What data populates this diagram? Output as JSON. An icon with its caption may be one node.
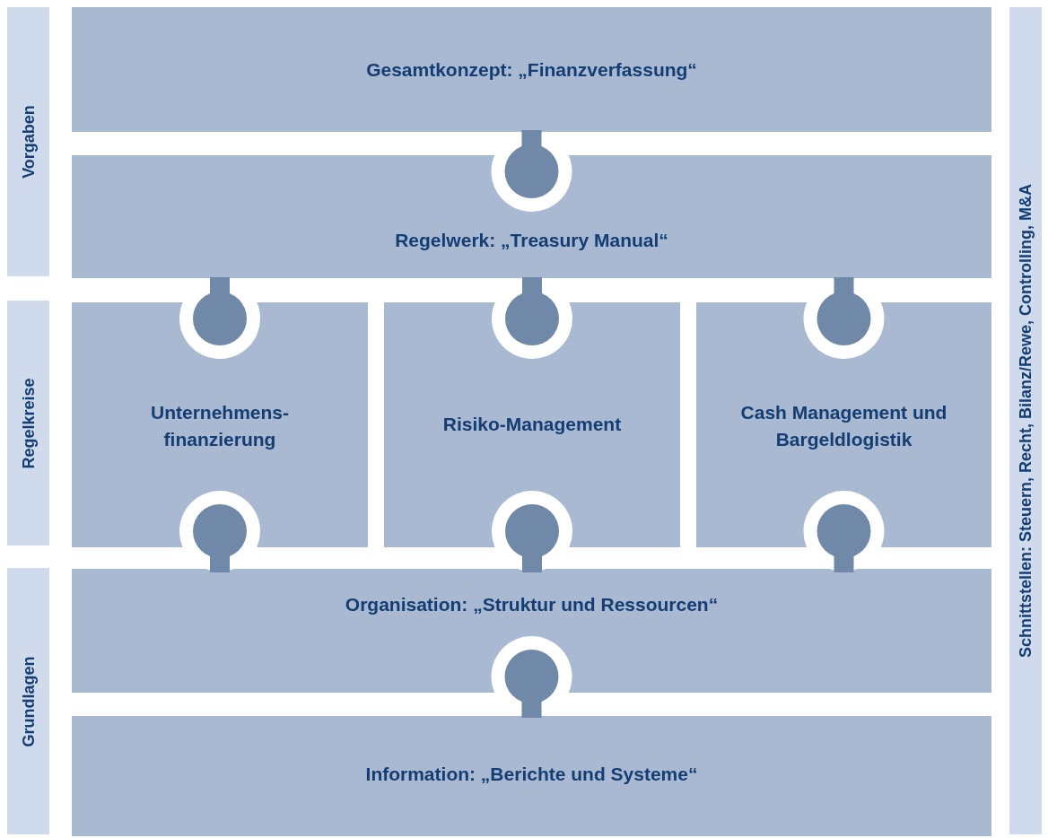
{
  "diagram": {
    "nodes": [
      {
        "text": [
          "Gesamtkonzept: „Finanzverfassung“"
        ]
      },
      {
        "text": [
          "Regelwerk: „Treasury Manual“"
        ]
      },
      {
        "text": [
          "Unternehmens- finanzierung"
        ]
      },
      {
        "text": [
          "Risiko-Management"
        ]
      },
      {
        "text": [
          "Cash Management und Bargeldlogistik"
        ]
      },
      {
        "text": [
          "Organisation: „Struktur und Ressourcen“"
        ]
      },
      {
        "text": [
          "Information: „Berichte und Systeme“"
        ]
      },
      {
        "text": [
          "Vorgaben"
        ]
      },
      {
        "text": [
          "Regelkreise"
        ]
      },
      {
        "text": [
          "Grundlagen"
        ]
      },
      {
        "text": [
          "Schnittstellen: Steuern, Recht, Bilanz/Rewe, Controlling, M&A"
        ]
      }
    ],
    "edges": [
      {
        "from": 0,
        "to": 1,
        "arrow": "other"
      },
      {
        "from": 1,
        "to": 2,
        "arrow": "other"
      },
      {
        "from": 1,
        "to": 3,
        "arrow": "other"
      },
      {
        "from": 1,
        "to": 4,
        "arrow": "other"
      },
      {
        "from": 5,
        "to": 2,
        "arrow": "other"
      },
      {
        "from": 5,
        "to": 3,
        "arrow": "other"
      },
      {
        "from": 5,
        "to": 4,
        "arrow": "other"
      },
      {
        "from": 6,
        "to": 5,
        "arrow": "other"
      }
    ]
  }
}
